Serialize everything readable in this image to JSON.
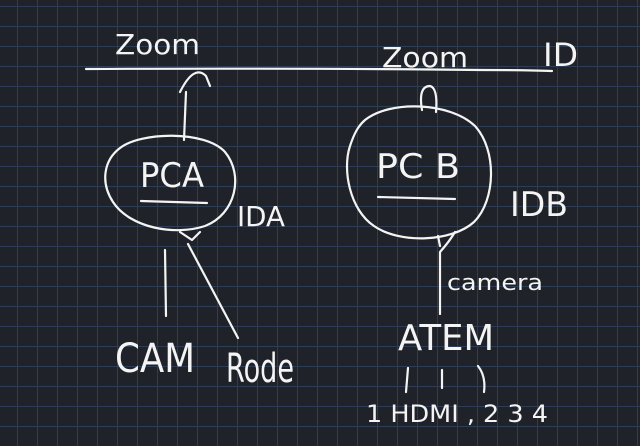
{
  "labels": {
    "zoom_left": "Zoom",
    "zoom_right": "Zoom",
    "id_top": "ID",
    "pc_a": "PCA",
    "pc_b": "PC B",
    "id_a": "IDA",
    "id_b": "IDB",
    "camera": "camera",
    "atem": "ATEM",
    "cam": "CAM",
    "rode": "Rode",
    "hdmi_inputs": "1 HDMI , 2 3 4"
  },
  "colors": {
    "background": "#1f2329",
    "grid": "#2d3d55",
    "ink": "#f4f4f4"
  }
}
